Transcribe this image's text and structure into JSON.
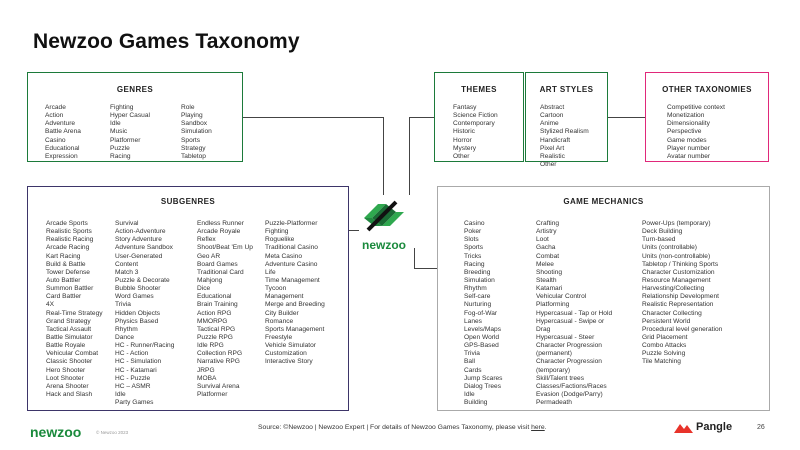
{
  "title": "Newzoo Games Taxonomy",
  "genres": {
    "title": "GENRES",
    "columns": [
      [
        "Arcade",
        "Action",
        "Adventure",
        "Battle Arena",
        "Casino",
        "Educational",
        "Expression"
      ],
      [
        "Fighting",
        "Hyper Casual",
        "Idle",
        "Music",
        "Platformer",
        "Puzzle",
        "Racing"
      ],
      [
        "Role",
        "Playing",
        "Sandbox",
        "Simulation",
        "Sports",
        "Strategy",
        "Tabletop"
      ]
    ]
  },
  "themes": {
    "title": "THEMES",
    "items": [
      "Fantasy",
      "Science Fiction",
      "Contemporary",
      "Historic",
      "Horror",
      "Mystery",
      "Other"
    ]
  },
  "art_styles": {
    "title": "ART STYLES",
    "items": [
      "Abstract",
      "Cartoon",
      "Anime",
      "Stylized Realism",
      "Handicraft",
      "Pixel Art",
      "Realistic",
      "Other"
    ]
  },
  "other_taxonomies": {
    "title": "OTHER TAXONOMIES",
    "items": [
      "Competitive context",
      "Monetization",
      "Dimensionality",
      "Perspective",
      "Game modes",
      "Player number",
      "Avatar number"
    ]
  },
  "subgenres": {
    "title": "SUBGENRES",
    "columns": [
      [
        "Arcade Sports",
        "Realistic Sports",
        "Realistic Racing",
        "Arcade Racing",
        "Kart Racing",
        "Build & Battle",
        "Tower Defense",
        "Auto Battler",
        "Summon Battler",
        "Card Battler",
        "4X",
        "Real-Time Strategy",
        "Grand Strategy",
        "Tactical Assault",
        "Battle Simulator",
        "Battle Royale",
        "Vehicular Combat",
        "Classic Shooter",
        "Hero Shooter",
        "Loot Shooter",
        "Arena Shooter",
        "Hack and Slash"
      ],
      [
        "Survival",
        "Action-Adventure",
        "Story Adventure",
        "Adventure Sandbox",
        "User-Generated",
        "Content",
        "Match 3",
        "Puzzle & Decorate",
        "Bubble Shooter",
        "Word Games",
        "Trivia",
        "Hidden Objects",
        "Physics Based",
        "Rhythm",
        "Dance",
        "HC - Runner/Racing",
        "HC - Action",
        "HC - Simulation",
        "HC - Katamari",
        "HC - Puzzle",
        "HC – ASMR",
        "Idle",
        "Party Games"
      ],
      [
        "Endless Runner",
        "Arcade Royale",
        "Reflex",
        "Shoot/Beat 'Em Up",
        "Geo AR",
        "Board Games",
        "Traditional Card",
        "Mahjong",
        "Dice",
        "Educational",
        "Brain Training",
        "Action RPG",
        "MMORPG",
        "Tactical RPG",
        "Puzzle RPG",
        "Idle RPG",
        "Collection RPG",
        "Narrative RPG",
        "JRPG",
        "MOBA",
        "Survival Arena",
        "Platformer"
      ],
      [
        "Puzzle-Platformer",
        "Fighting",
        "Roguelike",
        "Traditional Casino",
        "Meta Casino",
        "Adventure Casino",
        "Life",
        "Time Management",
        "Tycoon",
        "Management",
        "Merge and Breeding",
        "City Builder",
        "Romance",
        "Sports Management",
        "Freestyle",
        "Vehicle Simulator",
        "Customization",
        "Interactive Story"
      ]
    ]
  },
  "game_mechanics": {
    "title": "GAME MECHANICS",
    "columns": [
      [
        "Casino",
        "Poker",
        "Slots",
        "Sports",
        "Tricks",
        "Racing",
        "Breeding",
        "Simulation",
        "Rhythm",
        "Self-care",
        "Nurturing",
        "Fog-of-War",
        "Lanes",
        "Levels/Maps",
        "Open World",
        "GPS-Based",
        "Trivia",
        "Ball",
        "Cards",
        "Jump Scares",
        "Dialog Trees",
        "Idle",
        "Building"
      ],
      [
        "Crafting",
        "Artistry",
        "Loot",
        "Gacha",
        "Combat",
        "Melee",
        "Shooting",
        "Stealth",
        "Katamari",
        "Vehicular Control",
        "Platforming",
        "Hypercasual - Tap or Hold",
        "Hypercasual - Swipe or",
        "Drag",
        "Hypercasual - Steer",
        "Character Progression",
        "(permanent)",
        "Character Progression",
        "(temporary)",
        "Skill/Talent trees",
        "Classes/Factions/Races",
        "Evasion (Dodge/Parry)",
        "Permadeath"
      ],
      [
        "Power-Ups (temporary)",
        "Deck Building",
        "Turn-based",
        "Units (controllable)",
        "Units (non-controllable)",
        "Tabletop / Thinking Sports",
        "Character Customization",
        "Resource Management",
        "Harvesting/Collecting",
        "Relationship Development",
        "Realistic Representation",
        "Character Collecting",
        "Persistent World",
        "Procedural level generation",
        "Grid Placement",
        "Combo Attacks",
        "Puzzle Solving",
        "Tile Matching"
      ]
    ]
  },
  "logo_text": "newzoo",
  "footer": {
    "logo": "newzoo",
    "copyright": "© Newzoo 2023",
    "source_prefix": "Source: ©Newzoo | Newzoo Expert | For details of Newzoo Games Taxonomy, please visit ",
    "source_link": "here",
    "source_suffix": ".",
    "brand": "Pangle",
    "page_number": "26"
  },
  "colors": {
    "green": "#1c7a3a",
    "magenta": "#e0287a",
    "purple": "#3d3569",
    "gray": "#aaaaaa",
    "pangle_red": "#e8332a"
  }
}
